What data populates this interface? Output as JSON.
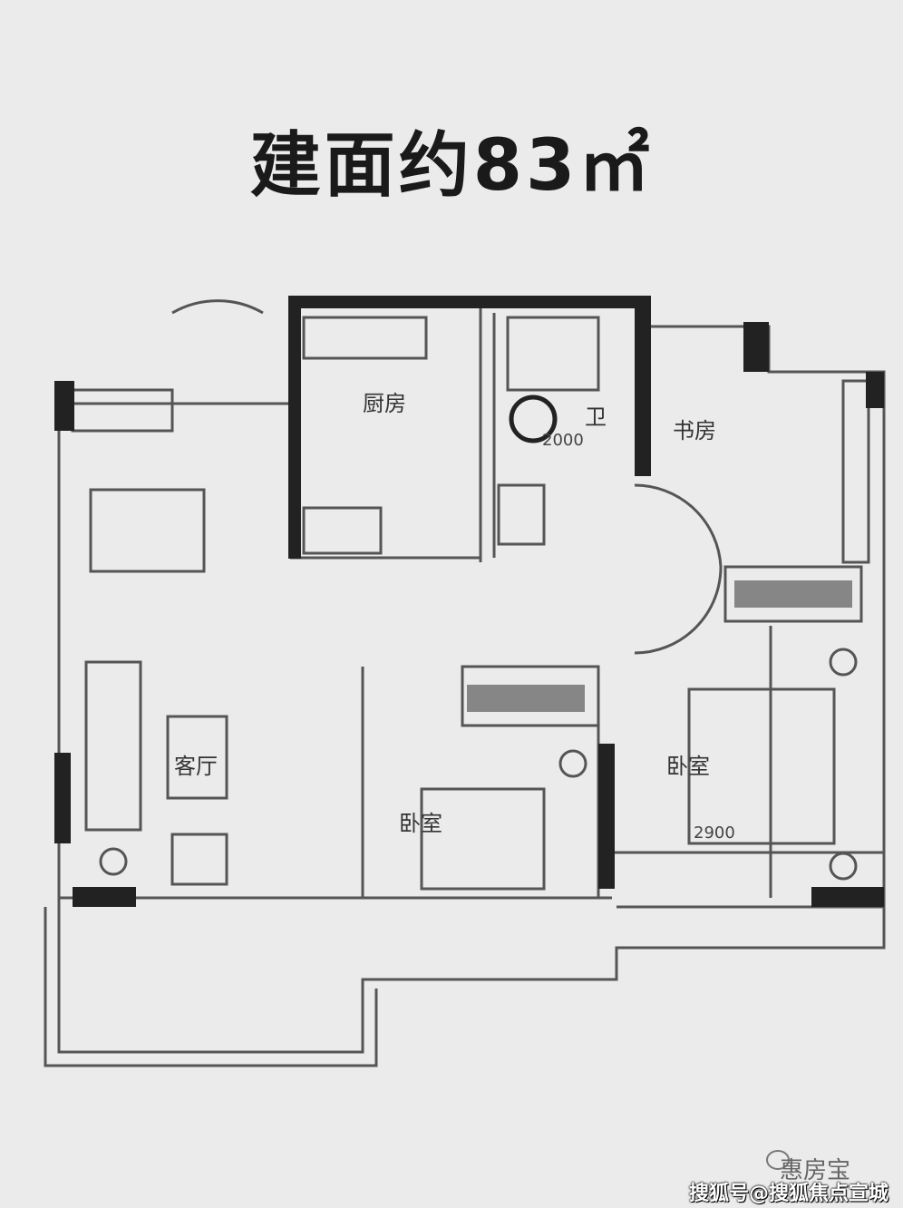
{
  "title": "建面约83㎡",
  "rooms": {
    "kitchen": "厨房",
    "bathroom": "卫",
    "study": "书房",
    "living": "客厅",
    "bedroom_second": "卧室",
    "bedroom_master": "卧室"
  },
  "dimensions": {
    "bath_dim": "2000",
    "master_dim": "2900"
  },
  "watermark": {
    "brand": "惠房宝",
    "source": "搜狐号@搜狐焦点宣城站"
  }
}
